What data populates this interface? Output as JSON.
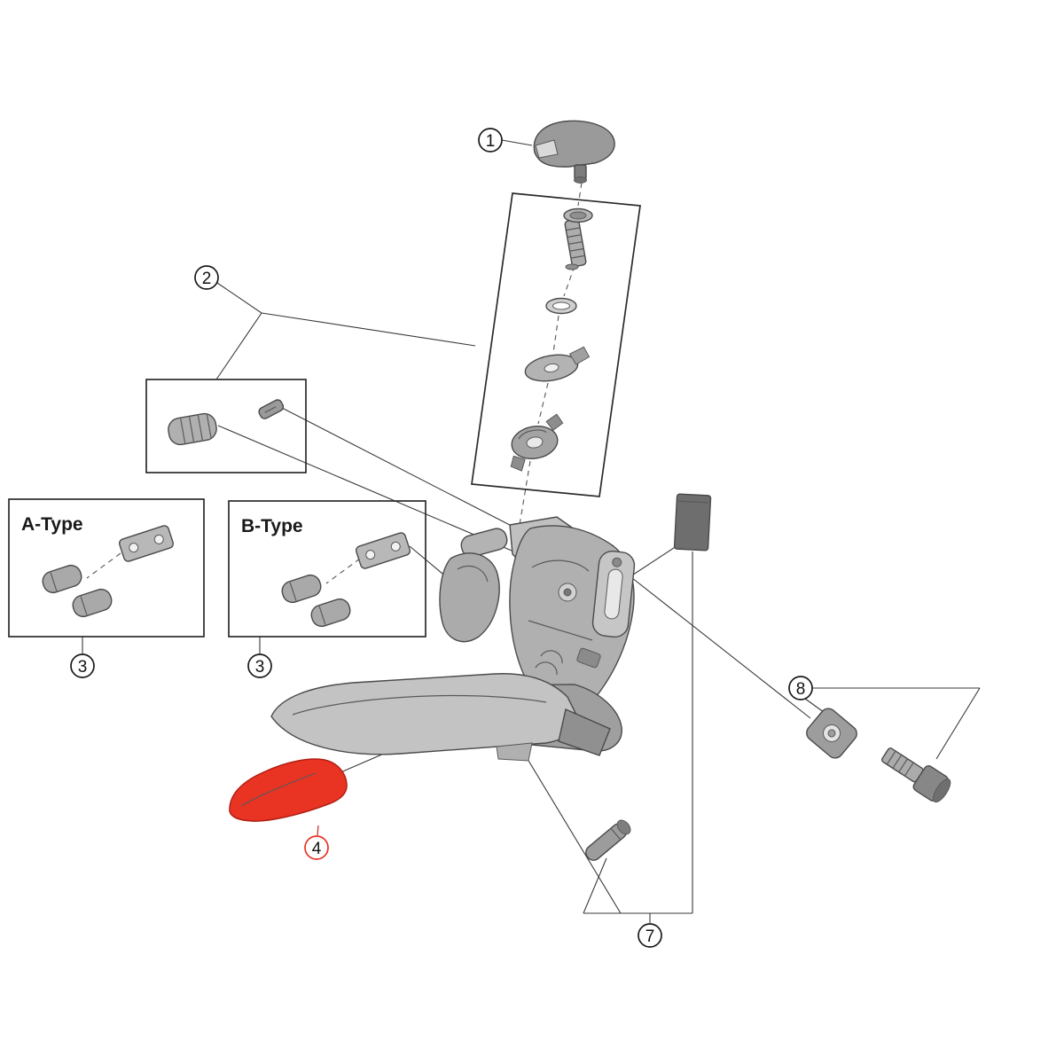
{
  "diagram": {
    "type": "exploded-parts-diagram",
    "background": "#ffffff"
  },
  "colors": {
    "highlight": "#e93323",
    "highlight_dark": "#b02015",
    "line": "#3a3a3a",
    "part_fill": "#b5b5b5",
    "part_stroke": "#4a4a4a",
    "box_stroke": "#2b2b2b"
  },
  "labels": {
    "a_type": "A-Type",
    "b_type": "B-Type"
  },
  "callouts": {
    "c1": "1",
    "c2": "2",
    "c3a": "3",
    "c3b": "3",
    "c4": "4",
    "c7": "7",
    "c8": "8"
  }
}
